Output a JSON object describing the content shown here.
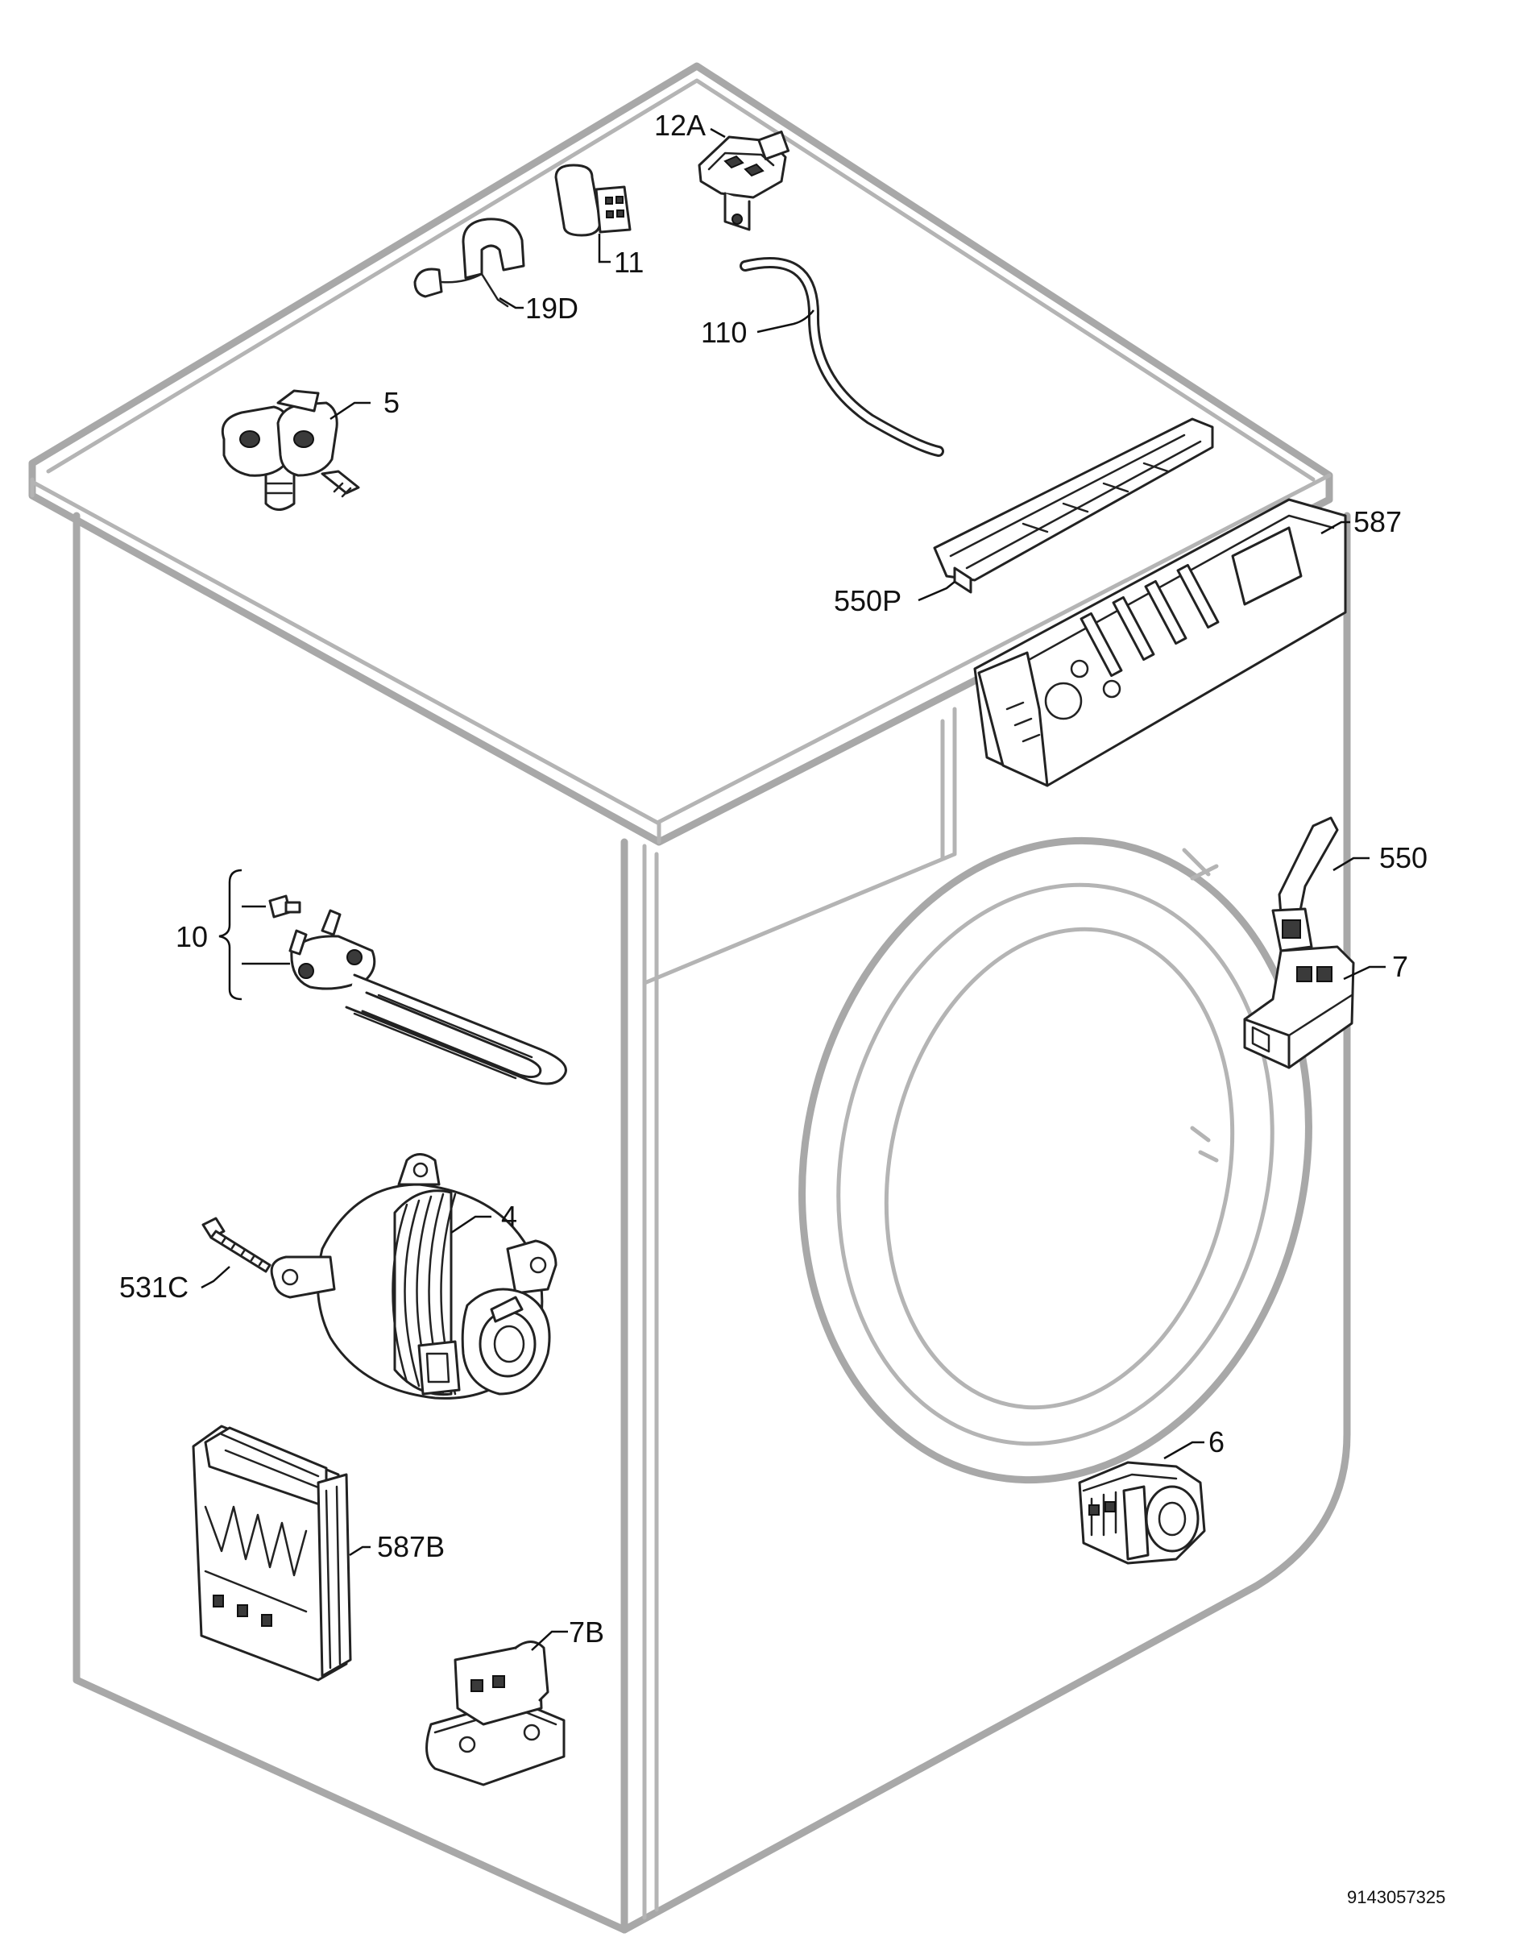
{
  "labels": {
    "p12A": "12A",
    "p11": "11",
    "p19D": "19D",
    "p110": "110",
    "p5": "5",
    "p550P": "550P",
    "p587": "587",
    "p550": "550",
    "p7": "7",
    "p10": "10",
    "p4": "4",
    "p531C": "531C",
    "p6": "6",
    "p587B": "587B",
    "p7B": "7B"
  },
  "document_number": "9143057325"
}
